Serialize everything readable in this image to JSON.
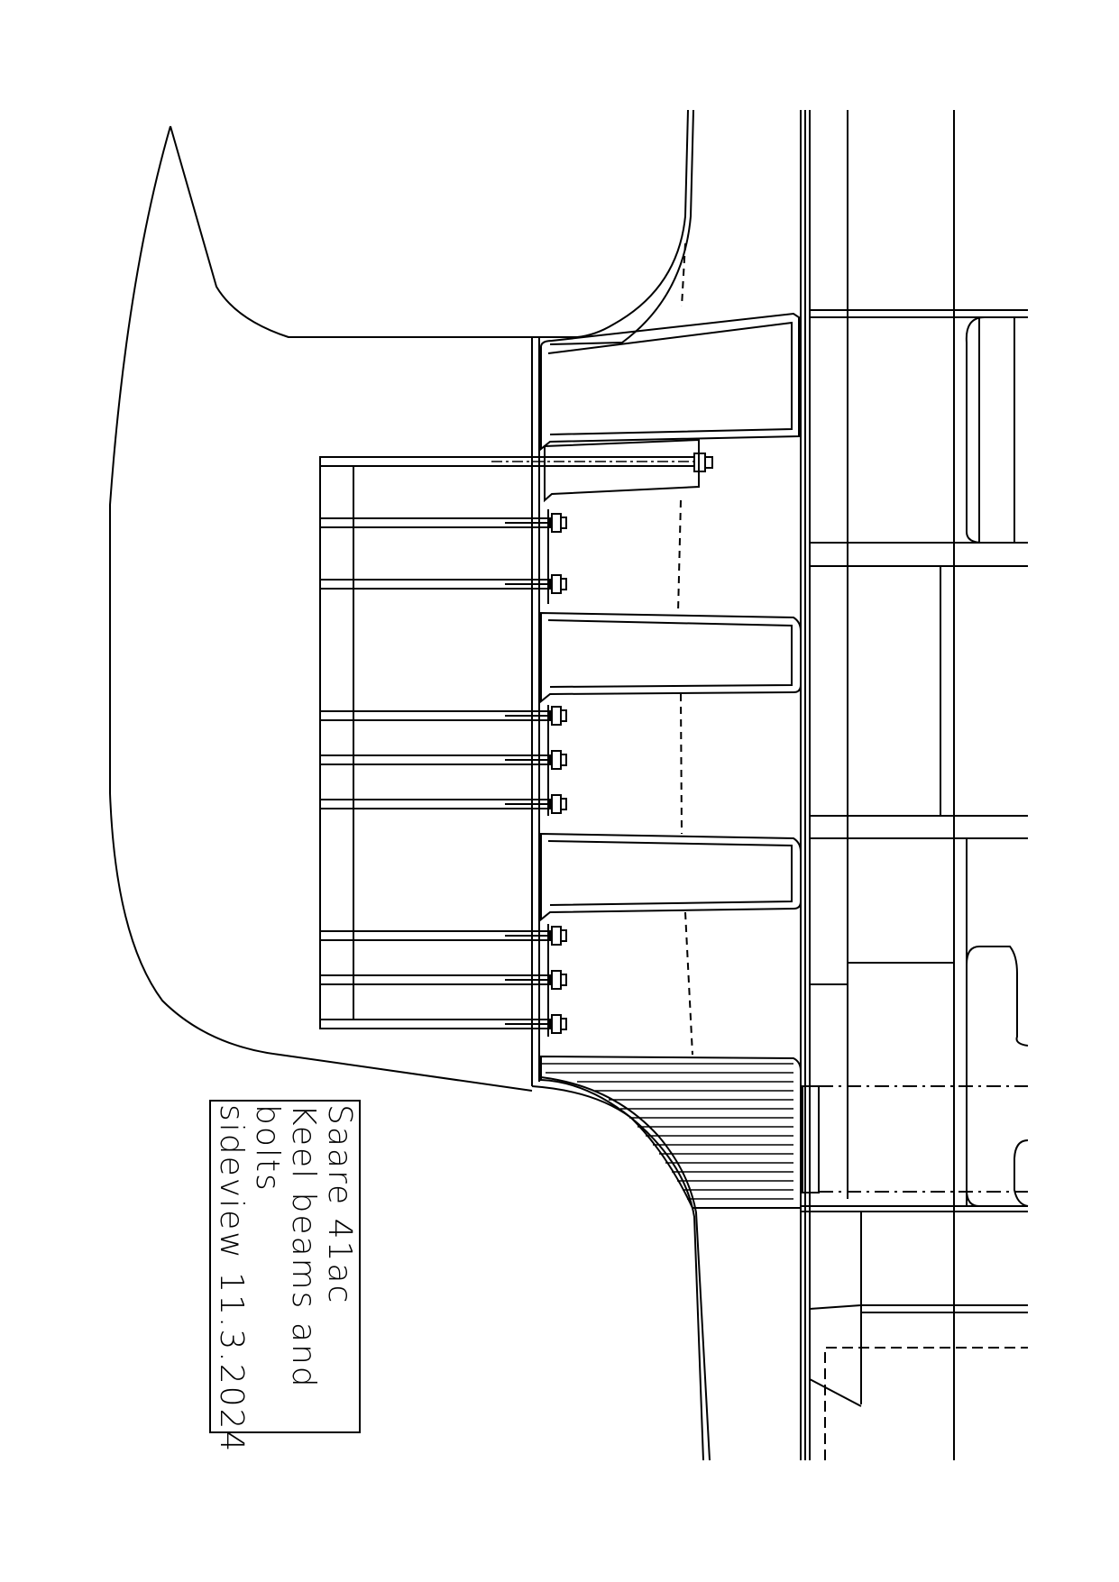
{
  "title_block": {
    "line1": "Saare 41ac",
    "line2": "Keel beams and",
    "line3": "bolts",
    "line4": "sideview 11.3.2024"
  },
  "colors": {
    "line": "#000000",
    "background": "#ffffff"
  }
}
